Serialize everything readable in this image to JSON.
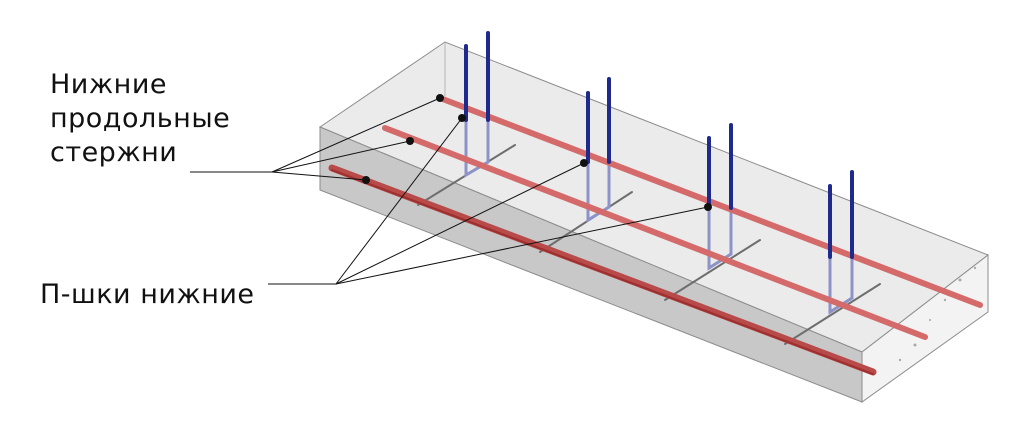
{
  "labels": {
    "bottom_longitudinal_bars": [
      "Нижние",
      "продольные",
      "стержни"
    ],
    "bottom_u_bars": "П-шки нижние"
  },
  "colors": {
    "concrete_top": "#ebebeb",
    "concrete_side": "#c8c8c8",
    "concrete_end": "#f3f3f3",
    "concrete_edge": "#8c8c8c",
    "longitudinal_bar": "#d46a6a",
    "longitudinal_bar_dark": "#9e2f2f",
    "u_bar_vertical": "#1e2a8c",
    "u_bar_embedded": "#8d92c8",
    "cross_bar": "#6e6e6e",
    "leader_line": "#111111"
  }
}
